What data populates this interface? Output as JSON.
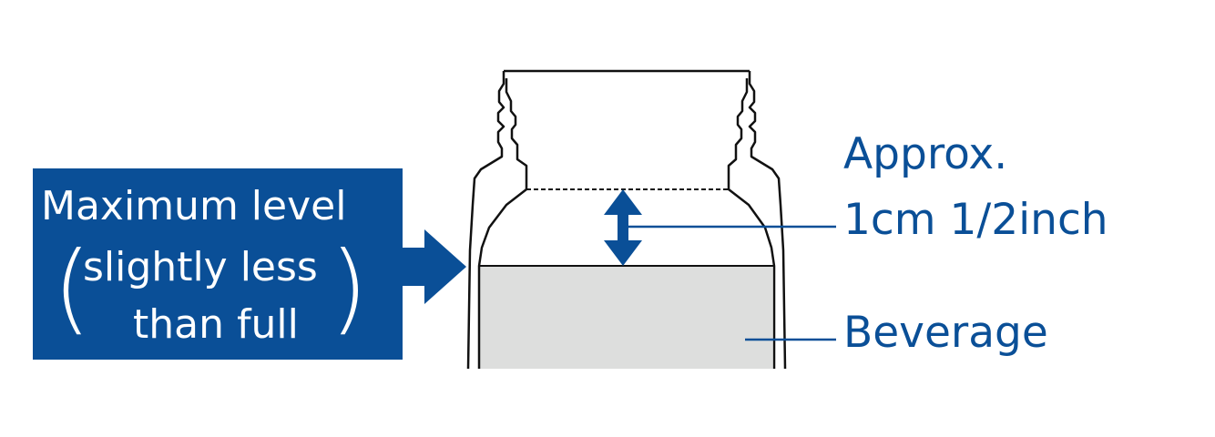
{
  "colors": {
    "brand_blue": "#0a4f97",
    "outline": "#111111",
    "beverage_fill": "#dddedd",
    "background": "#ffffff"
  },
  "callout": {
    "line1": "Maximum level",
    "paren_open": "(",
    "line2": "slightly less",
    "paren_close": ")",
    "line3": "than full"
  },
  "labels": {
    "approx_line1": "Approx.",
    "approx_line2": "1cm 1/2inch",
    "beverage": "Beverage"
  }
}
